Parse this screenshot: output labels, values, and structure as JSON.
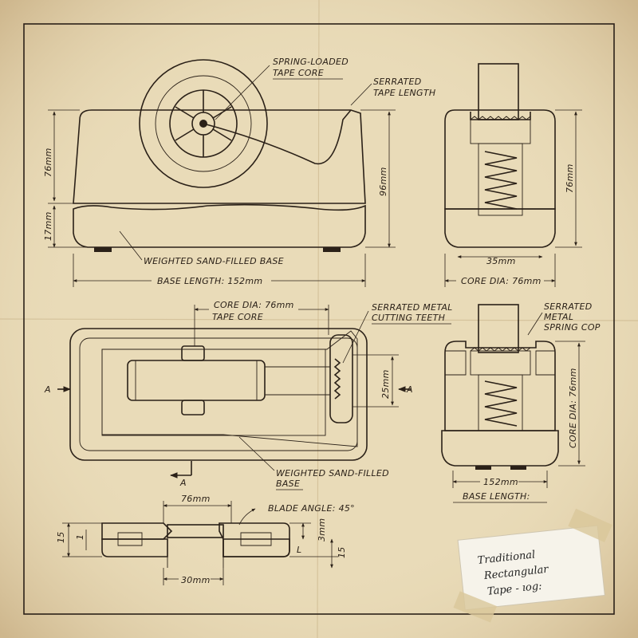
{
  "palette": {
    "paper": "#e9dbb8",
    "ink": "#2b2118",
    "sand": "#d9c6a0",
    "tape": "#e2d7b8",
    "note_paper": "#f6f3ea"
  },
  "side_view": {
    "callout_core": [
      "SPRING-LOADED",
      "TAPE CORE"
    ],
    "callout_tape": [
      "SERRATED",
      "TAPE LENGTH"
    ],
    "dim_body": "76mm",
    "dim_base": "17mm",
    "dim_total": "96mm",
    "callout_base": "WEIGHTED SAND-FILLED BASE",
    "dim_length": "BASE LENGTH: 152mm"
  },
  "end_view_top": {
    "dim_height": "76mm",
    "dim_width": "35mm",
    "dim_bottom": "CORE DIA: 76mm"
  },
  "plan_view": {
    "dim_core": "CORE DIA: 76mm",
    "label_core": "TAPE CORE",
    "callout_teeth": [
      "SERRATED METAL",
      "CUTTING TEETH"
    ],
    "dim_tape": "25mm",
    "section_mark": "A",
    "callout_base": [
      "WEIGHTED SAND-FILLED",
      "BASE"
    ]
  },
  "section_view": {
    "callout_cop": [
      "SERRATED",
      "METAL",
      "SPRING COP"
    ],
    "dim_height": "CORE DIA: 76mm",
    "dim_width": "152mm",
    "dim_bottom": "BASE LENGTH:"
  },
  "bottom_section": {
    "dim_top": "76mm",
    "callout_blade": "BLADE ANGLE: 45°",
    "dim_left_outer": "15",
    "dim_left_inner": "1",
    "dim_right_small": "3mm",
    "dim_right_mark": "L",
    "dim_right_outer": "15",
    "dim_bottom": "30mm"
  },
  "sticky_note": [
    "Traditional",
    "Rectangular",
    "Tape - ıog:"
  ]
}
